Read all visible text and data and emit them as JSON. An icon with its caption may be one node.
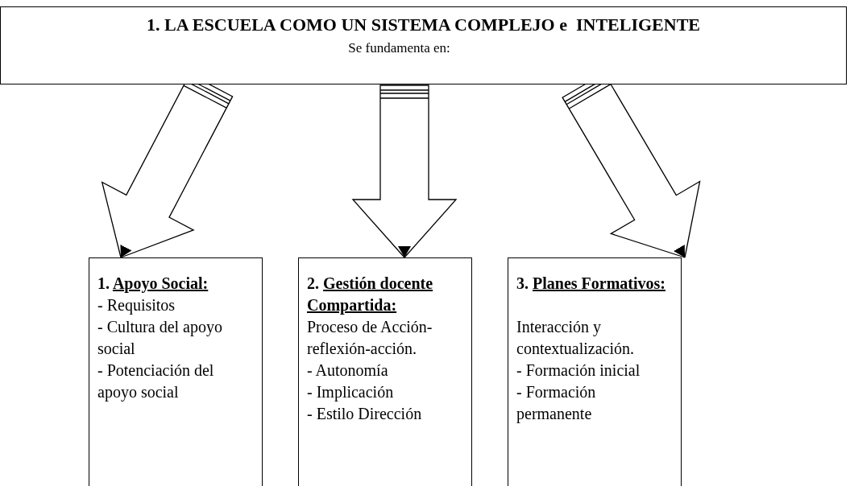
{
  "diagram": {
    "nodes": [
      {
        "text": [
          "1. LA ESCUELA COMO UN SISTEMA COMPLEJO e  INTELIGENTE",
          "Se fundamenta en:"
        ]
      },
      {
        "text": [
          "1. Apoyo Social:",
          "- Requisitos",
          "- Cultura del apoyo social",
          "- Potenciación del apoyo social"
        ]
      },
      {
        "text": [
          "2. Gestión docente Compartida:",
          "Proceso de Acción-reflexión-acción.",
          "- Autonomía",
          "- Implicación",
          "- Estilo Dirección"
        ]
      },
      {
        "text": [
          "3. Planes Formativos:",
          "Interacción y contextualización.",
          "- Formación inicial",
          "- Formación permanente"
        ]
      }
    ],
    "edges": [
      {
        "from": 0,
        "to": 1,
        "arrow": "to"
      },
      {
        "from": 0,
        "to": 2,
        "arrow": "to"
      },
      {
        "from": 0,
        "to": 3,
        "arrow": "to"
      }
    ]
  }
}
